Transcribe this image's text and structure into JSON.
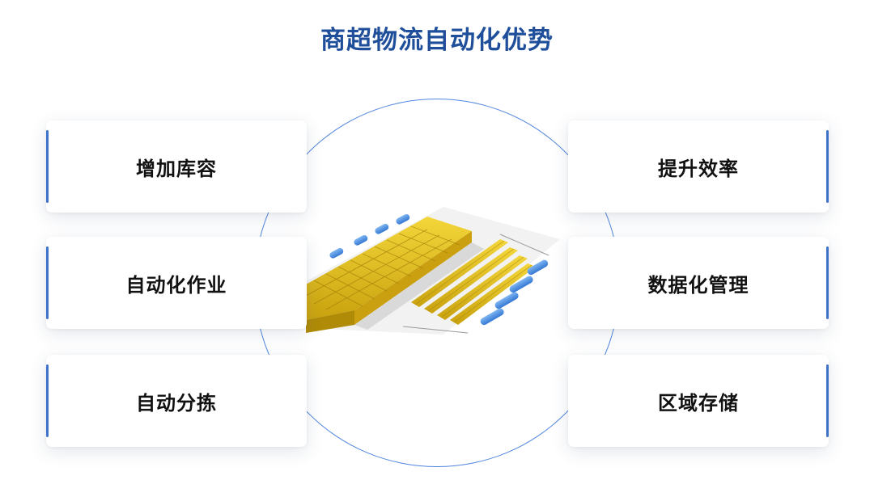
{
  "page": {
    "title": "商超物流自动化优势"
  },
  "colors": {
    "title": "#1f4f9a",
    "accent": "#3e73c9",
    "ring": "#4f86de",
    "rack_yellow": "#e8c21c",
    "conveyor_blue": "#4a90e2"
  },
  "center_image": {
    "icon": "automated-warehouse-illustration"
  },
  "cards": {
    "left": [
      {
        "label": "增加库容"
      },
      {
        "label": "自动化作业"
      },
      {
        "label": "自动分拣"
      }
    ],
    "right": [
      {
        "label": "提升效率"
      },
      {
        "label": "数据化管理"
      },
      {
        "label": "区域存储"
      }
    ]
  }
}
